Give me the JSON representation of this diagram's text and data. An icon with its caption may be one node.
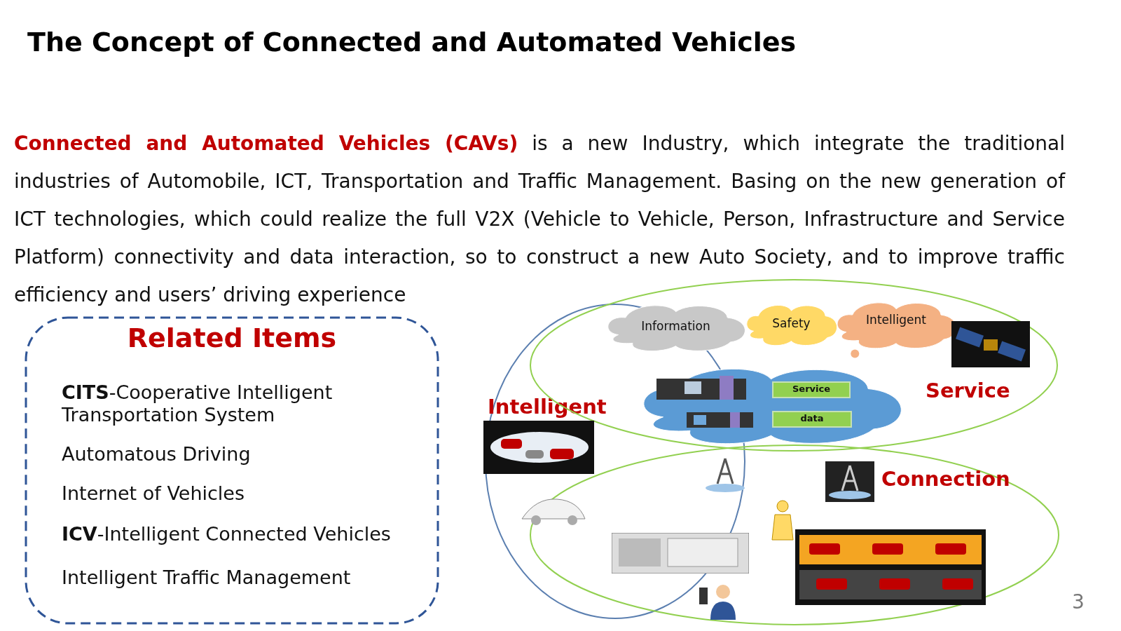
{
  "diagram": {
    "title": "The Concept of Connected and Automated Vehicles",
    "nodes": [
      {
        "text": [
          "Related Items",
          "**CITS**-Cooperative Intelligent Transportation System",
          "Automatous Driving",
          "Internet of Vehicles",
          "**ICV**-Intelligent Connected Vehicles",
          "Intelligent Traffic Management"
        ]
      },
      {
        "text": [
          "Service"
        ]
      },
      {
        "text": [
          "Intelligent"
        ]
      },
      {
        "text": [
          "Connection"
        ]
      },
      {
        "text": [
          "Information"
        ]
      },
      {
        "text": [
          "Safety"
        ],
        "in": 1
      },
      {
        "text": [
          "Intelligent"
        ],
        "in": 1
      },
      {
        "text": [],
        "shape": "cloud",
        "in": 1
      },
      {
        "text": [
          "Service"
        ],
        "in": 7
      },
      {
        "text": [
          "data"
        ],
        "in": 7
      }
    ],
    "edges": [],
    "labels": [
      "**Connected and Automated Vehicles (CAVs)** is a new Industry, which integrate the traditional industries of Automobile, ICT, Transportation and Traffic Management. Basing on the new generation of ICT technologies, which could realize the full V2X (Vehicle to Vehicle, Person, Infrastructure and Service Platform) connectivity and data interaction, so to construct a new Auto Society, and to improve traffic efficiency and users’ driving experience",
      "3"
    ]
  }
}
